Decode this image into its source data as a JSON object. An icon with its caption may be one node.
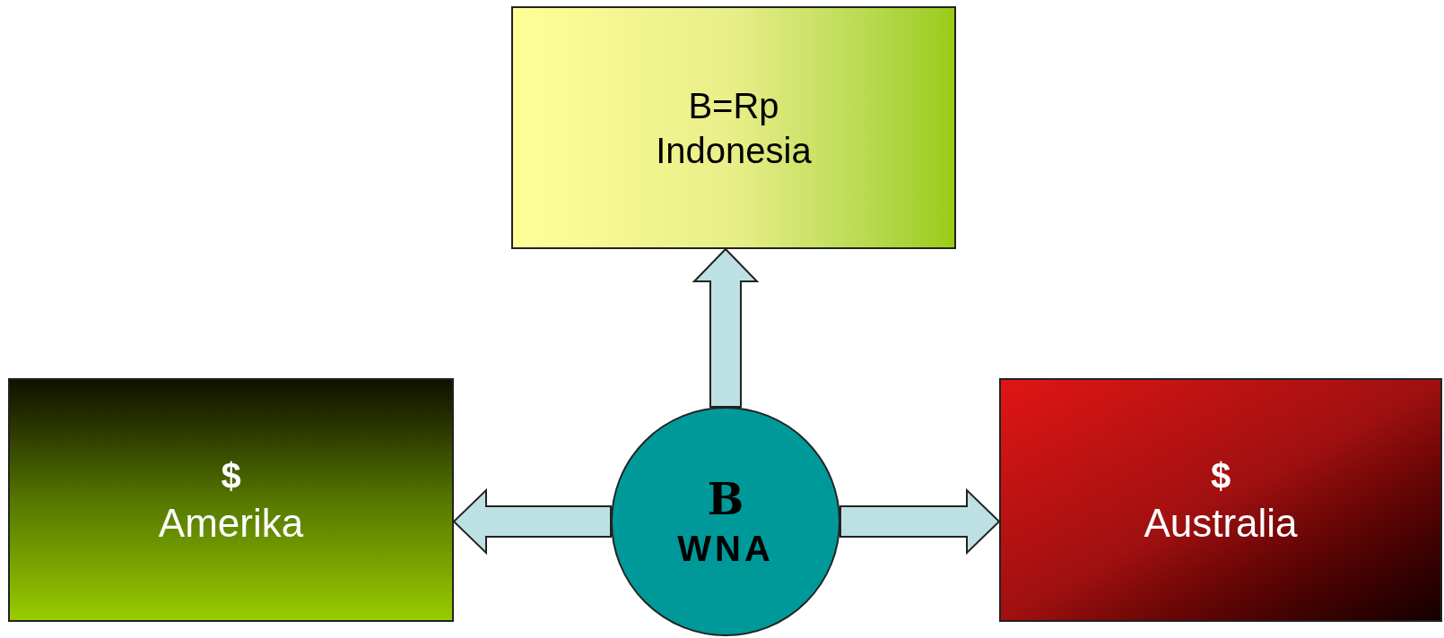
{
  "diagram": {
    "nodes": [
      {
        "text": [
          "B=Rp",
          "Indonesia"
        ]
      },
      {
        "text": [
          "$",
          "Amerika"
        ]
      },
      {
        "text": [
          "B",
          "WNA"
        ]
      },
      {
        "text": [
          "$",
          "Australia"
        ]
      }
    ],
    "edges": [
      {
        "from": 2,
        "to": 0,
        "arrow": "to"
      },
      {
        "from": 2,
        "to": 1,
        "arrow": "to"
      },
      {
        "from": 2,
        "to": 3,
        "arrow": "to"
      }
    ]
  }
}
